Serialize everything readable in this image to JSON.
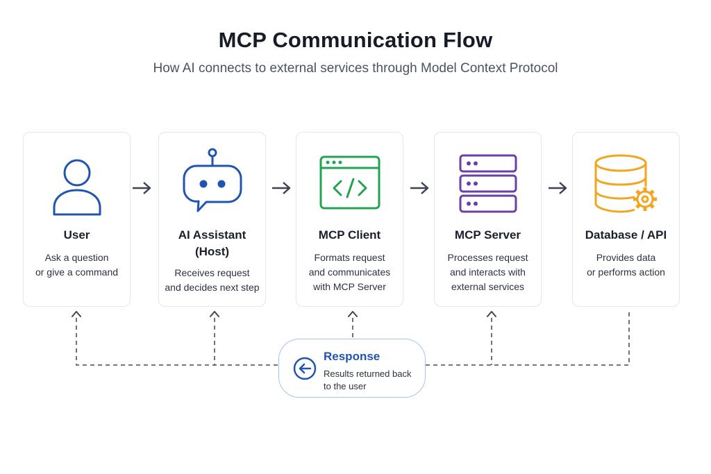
{
  "title": "MCP Communication Flow",
  "subtitle": "How AI connects to external services through Model Context Protocol",
  "steps": [
    {
      "name": "User",
      "desc": "Ask a question\nor give a command",
      "icon": "user-icon",
      "color": "#1f55b0"
    },
    {
      "name": "AI Assistant\n(Host)",
      "desc": "Receives request\nand decides next step",
      "icon": "robot-chat-icon",
      "color": "#1f55b0"
    },
    {
      "name": "MCP Client",
      "desc": "Formats request\nand communicates\nwith MCP Server",
      "icon": "code-window-icon",
      "color": "#22a352"
    },
    {
      "name": "MCP Server",
      "desc": "Processes request\nand interacts with\nexternal services",
      "icon": "server-rack-icon",
      "color": "#6b3fa6"
    },
    {
      "name": "Database / API",
      "desc": "Provides data\nor performs action",
      "icon": "database-gear-icon",
      "color": "#f2a51f"
    }
  ],
  "response": {
    "title": "Response",
    "desc": "Results returned back\nto the user",
    "icon": "back-arrow-icon",
    "color": "#1f55b0"
  },
  "colors": {
    "arrow": "#3d4350",
    "dashed_line": "#5c6370",
    "card_border": "#e2e5ea",
    "response_border": "#a9c1ea"
  }
}
